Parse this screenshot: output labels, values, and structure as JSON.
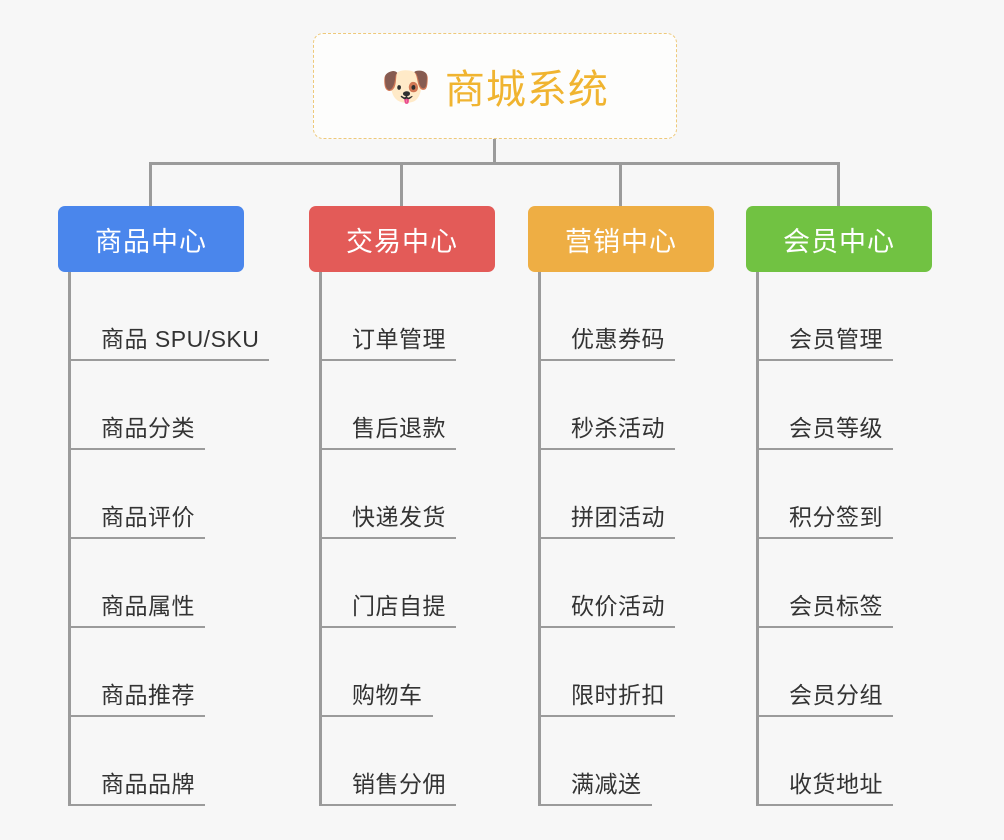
{
  "background_color": "#f7f7f7",
  "root": {
    "icon": "shiba-dog-face-emoji",
    "emoji": "🐶",
    "title": "商城系统",
    "text_color": "#f0b430",
    "border_color": "#eec97a"
  },
  "connector_color": "#9b9b9b",
  "columns": [
    {
      "id": "product-center",
      "title": "商品中心",
      "color": "#4a86ec",
      "items": [
        "商品 SPU/SKU",
        "商品分类",
        "商品评价",
        "商品属性",
        "商品推荐",
        "商品品牌"
      ]
    },
    {
      "id": "trade-center",
      "title": "交易中心",
      "color": "#e35b58",
      "items": [
        "订单管理",
        "售后退款",
        "快递发货",
        "门店自提",
        "购物车",
        "销售分佣"
      ]
    },
    {
      "id": "marketing-center",
      "title": "营销中心",
      "color": "#eeae44",
      "items": [
        "优惠券码",
        "秒杀活动",
        "拼团活动",
        "砍价活动",
        "限时折扣",
        "满减送"
      ]
    },
    {
      "id": "member-center",
      "title": "会员中心",
      "color": "#71c242",
      "items": [
        "会员管理",
        "会员等级",
        "积分签到",
        "会员标签",
        "会员分组",
        "收货地址"
      ]
    }
  ]
}
